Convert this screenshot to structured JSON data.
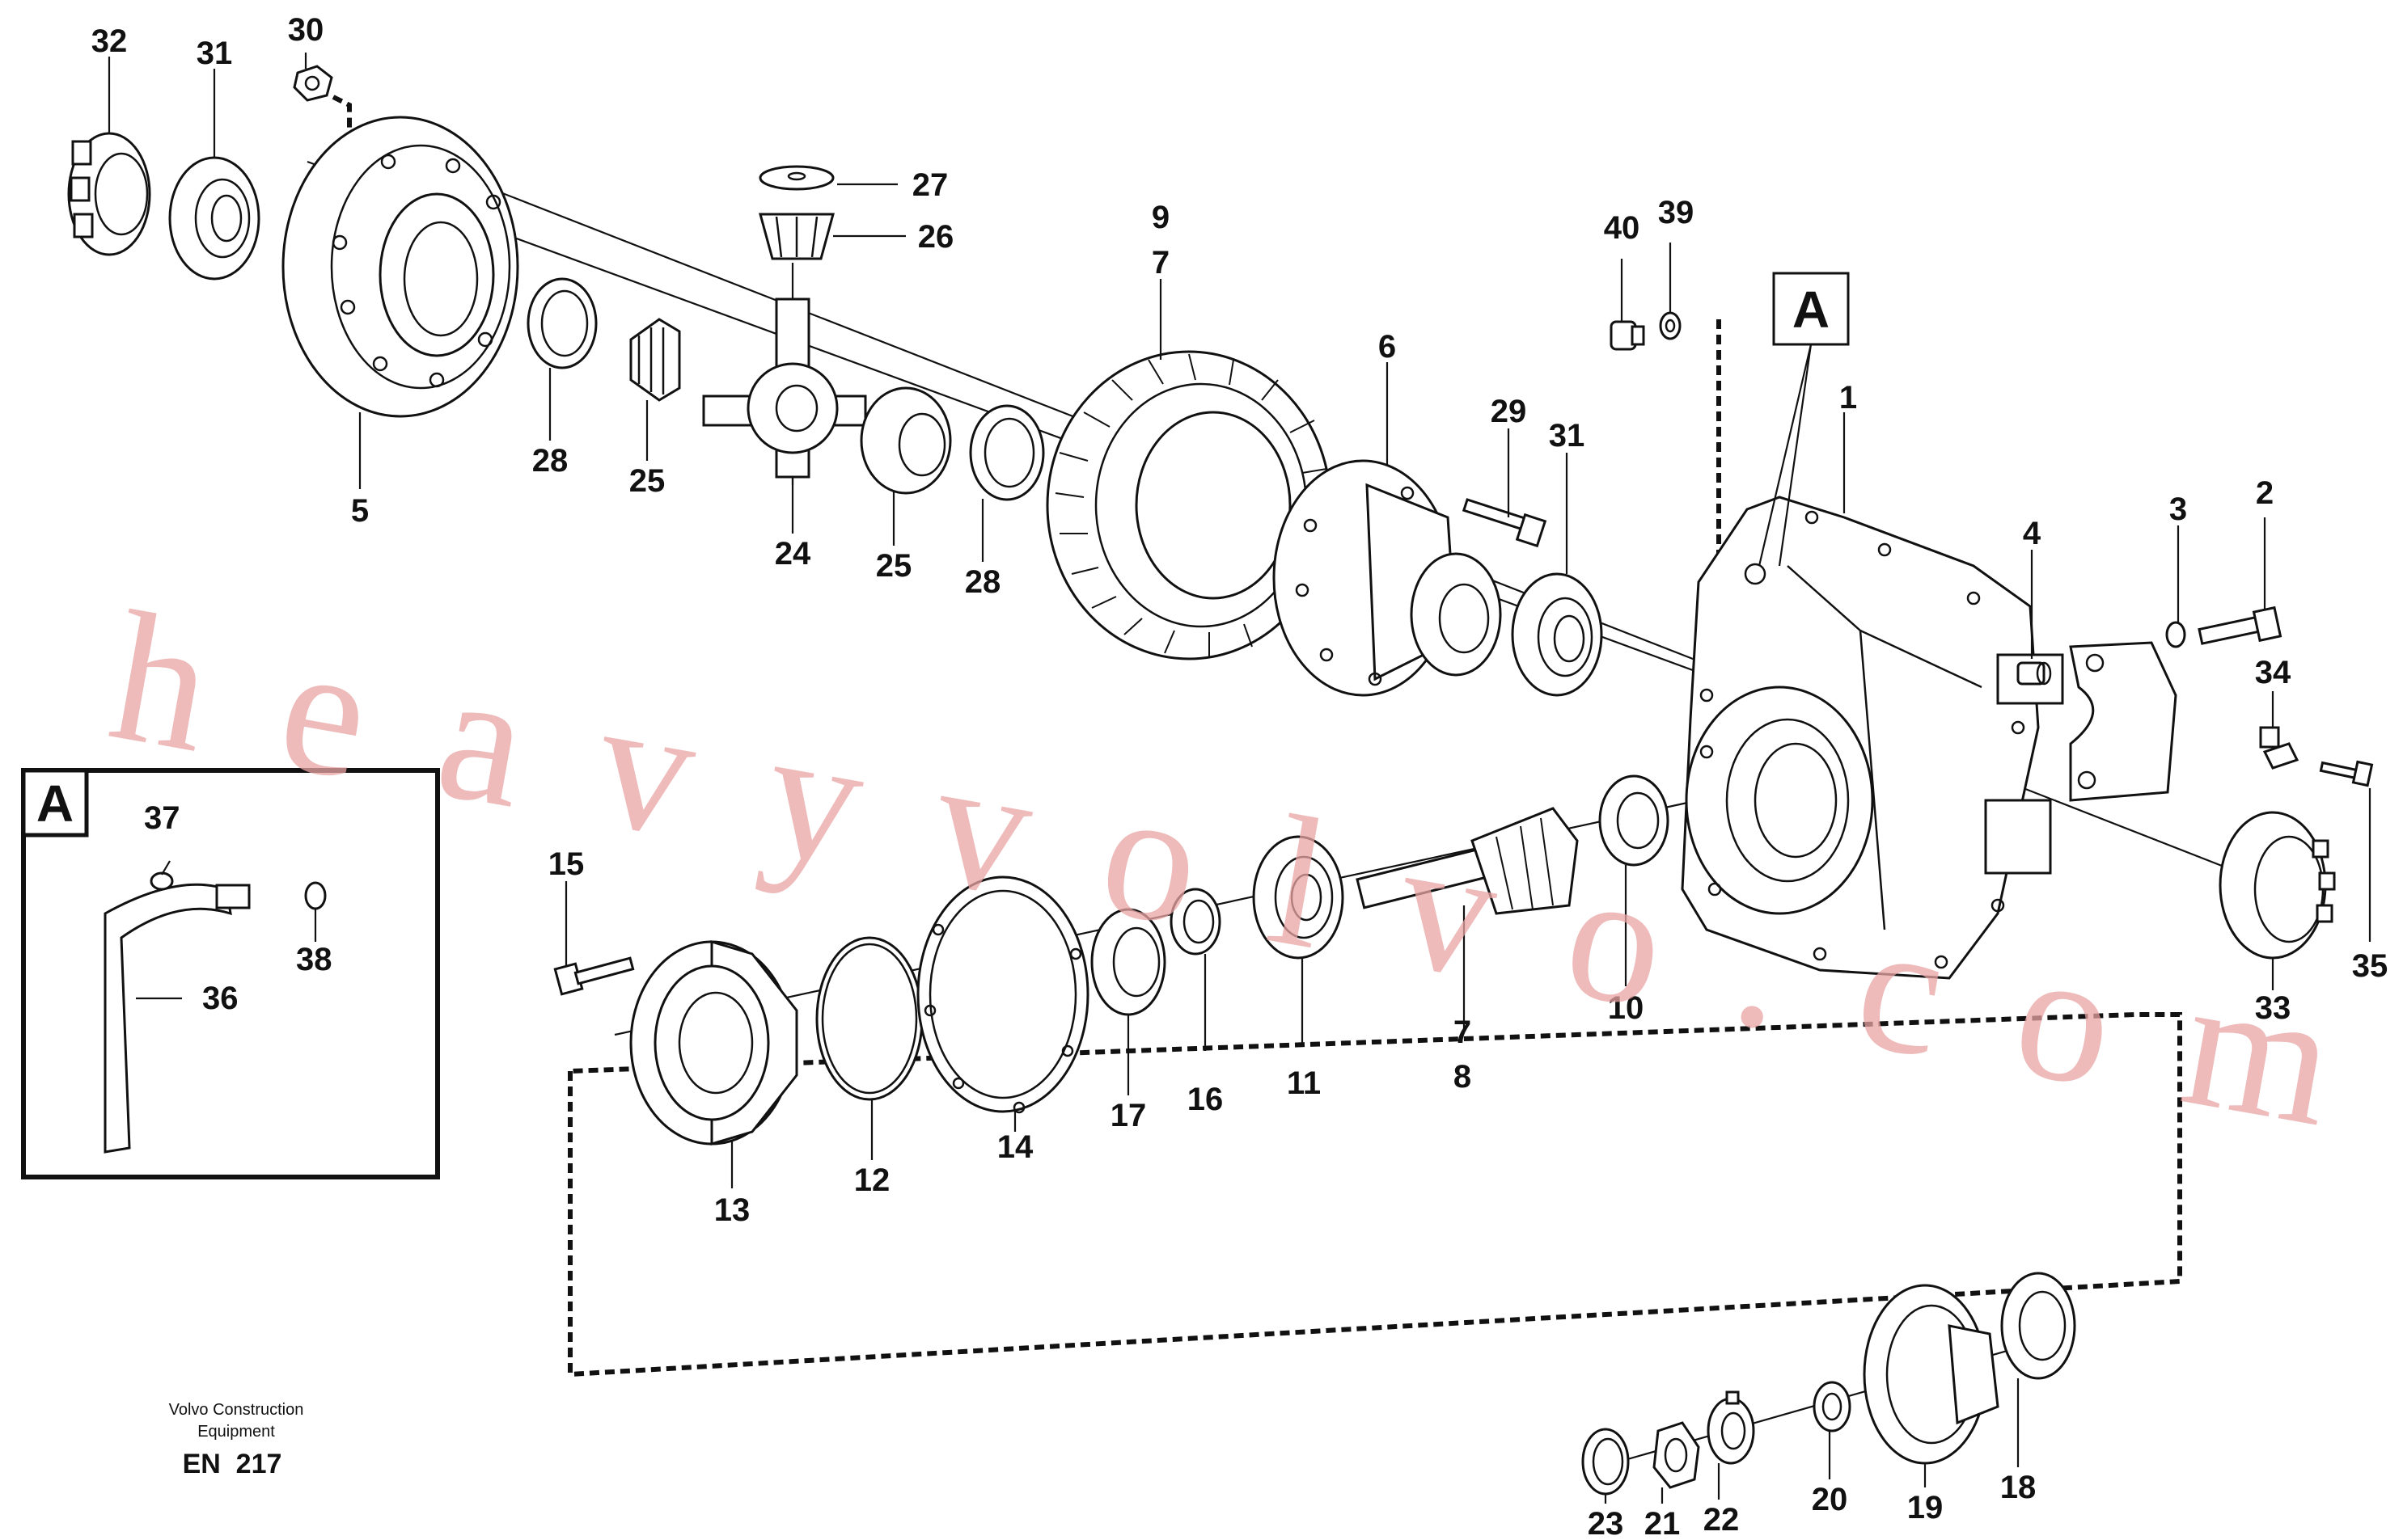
{
  "detail_label": "A",
  "inset": {
    "tag": "A",
    "labels": {
      "p36": "36",
      "p37": "37",
      "p38": "38"
    }
  },
  "labels": {
    "p1": "1",
    "p2": "2",
    "p3": "3",
    "p4": "4",
    "p5": "5",
    "p6": "6",
    "p7": "7",
    "p7b": "7",
    "p8": "8",
    "p9": "9",
    "p10": "10",
    "p11": "11",
    "p12": "12",
    "p13": "13",
    "p14": "14",
    "p15": "15",
    "p16": "16",
    "p17": "17",
    "p18": "18",
    "p19": "19",
    "p20": "20",
    "p21": "21",
    "p22": "22",
    "p23": "23",
    "p24": "24",
    "p25a": "25",
    "p25b": "25",
    "p26": "26",
    "p27": "27",
    "p28a": "28",
    "p28b": "28",
    "p29": "29",
    "p30": "30",
    "p31a": "31",
    "p31b": "31",
    "p32": "32",
    "p33": "33",
    "p34": "34",
    "p35": "35",
    "p39": "39",
    "p40": "40"
  },
  "footer": {
    "line1": "Volvo Construction",
    "line2": "Equipment",
    "code": "EN  217"
  },
  "watermark": "heavyvolvo.com"
}
